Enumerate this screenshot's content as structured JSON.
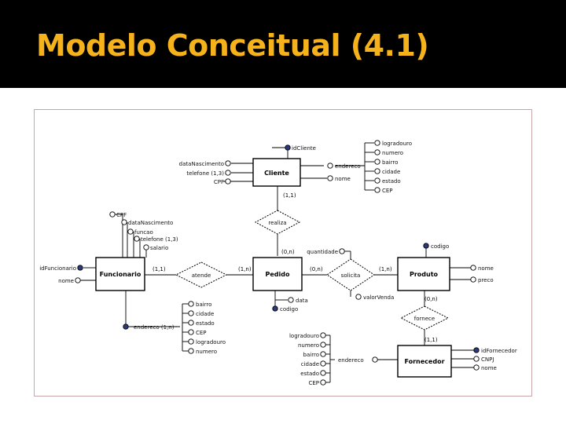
{
  "slide": {
    "title": "Modelo Conceitual (4.1)"
  },
  "colors": {
    "title": "#f5b21a",
    "background": "#000000",
    "frame": "#c9a6a6",
    "key_attribute": "#2b3a7a"
  },
  "entities": {
    "cliente": "Cliente",
    "funcionario": "Funcionario",
    "pedido": "Pedido",
    "produto": "Produto",
    "fornecedor": "Fornecedor"
  },
  "relationships": {
    "realiza": "realiza",
    "atende": "atende",
    "solicita": "solicita",
    "fornece": "fornece"
  },
  "attributes": {
    "cliente_id": "idCliente",
    "cliente_data_nasc": "dataNascimento",
    "cliente_telefone": "telefone (1,3)",
    "cliente_cpf": "CPF",
    "cliente_endereco": "endereco",
    "cliente_nome": "nome",
    "cliente_logradouro": "logradouro",
    "cliente_numero": "numero",
    "cliente_bairro": "bairro",
    "cliente_cidade": "cidade",
    "cliente_estado": "estado",
    "cliente_cep": "CEP",
    "func_cpf": "CPF",
    "func_data_nasc": "dataNascimento",
    "func_funcao": "funcao",
    "func_telefone": "telefone (1,3)",
    "func_salario": "salario",
    "func_id": "idFuncionario",
    "func_nome": "nome",
    "func_endereco": "endereco (1,n)",
    "func_bairro": "bairro",
    "func_cidade": "cidade",
    "func_estado": "estado",
    "func_cep": "CEP",
    "func_logradouro": "logradouro",
    "func_numero": "numero",
    "pedido_data": "data",
    "pedido_codigo": "codigo",
    "solicita_quantidade": "quantidade",
    "solicita_valor": "valorVenda",
    "produto_codigo": "codigo",
    "produto_nome": "nome",
    "produto_preco": "preco",
    "forn_id": "idFornecedor",
    "forn_cnpj": "CNPJ",
    "forn_nome": "nome",
    "forn_endereco": "endereco",
    "forn_logradouro": "logradouro",
    "forn_numero": "numero",
    "forn_bairro": "bairro",
    "forn_cidade": "cidade",
    "forn_estado": "estado",
    "forn_cep": "CEP"
  },
  "cardinalities": {
    "cliente_realiza": "(1,1)",
    "pedido_realiza": "(0,n)",
    "func_atende": "(1,1)",
    "pedido_atende": "(1,n)",
    "pedido_solicita": "(0,n)",
    "produto_solicita": "(1,n)",
    "produto_fornece": "(0,n)",
    "fornecedor_fornece": "(1,1)"
  }
}
